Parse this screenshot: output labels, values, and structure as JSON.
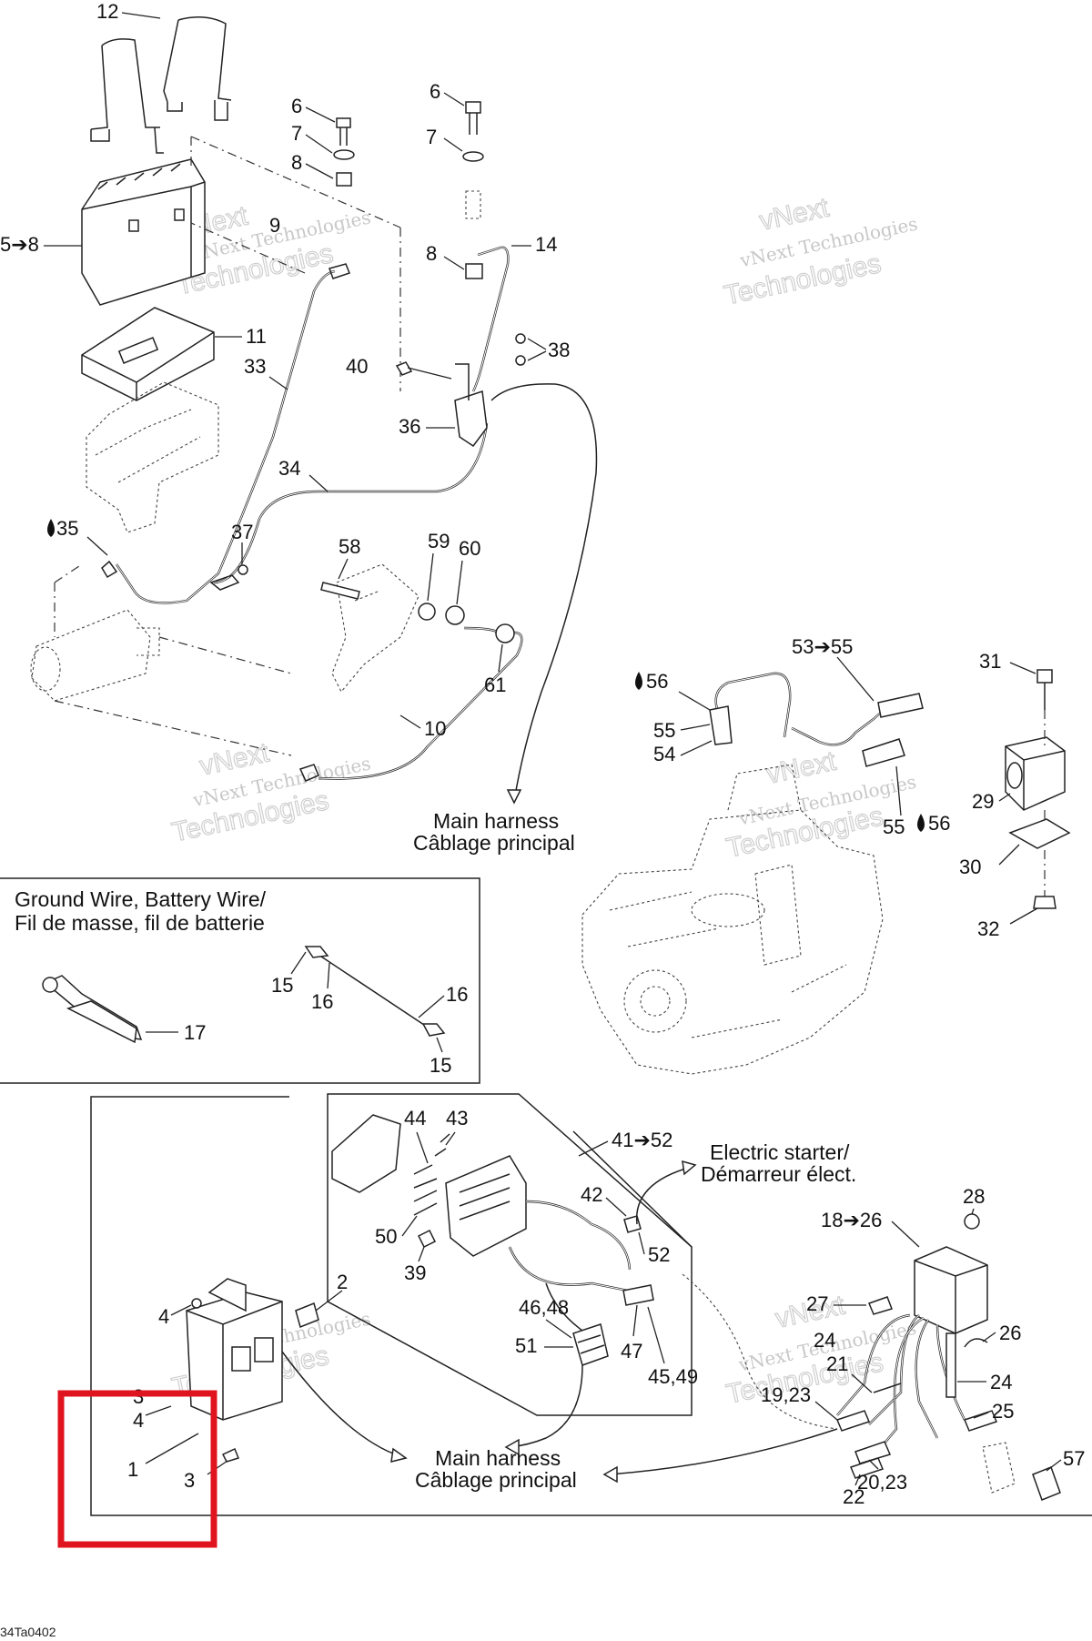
{
  "callouts": [
    {
      "id": "c12",
      "text": "12"
    },
    {
      "id": "c5_8",
      "text": "5➔8"
    },
    {
      "id": "c9",
      "text": "9"
    },
    {
      "id": "c11",
      "text": "11"
    },
    {
      "id": "c33",
      "text": "33"
    },
    {
      "id": "c34",
      "text": "34"
    },
    {
      "id": "c35",
      "text": "35"
    },
    {
      "id": "c37",
      "text": "37"
    },
    {
      "id": "c6a",
      "text": "6"
    },
    {
      "id": "c7a",
      "text": "7"
    },
    {
      "id": "c8a",
      "text": "8"
    },
    {
      "id": "c6b",
      "text": "6"
    },
    {
      "id": "c7b",
      "text": "7"
    },
    {
      "id": "c8b",
      "text": "8"
    },
    {
      "id": "c14",
      "text": "14"
    },
    {
      "id": "c38",
      "text": "38"
    },
    {
      "id": "c40",
      "text": "40"
    },
    {
      "id": "c36",
      "text": "36"
    },
    {
      "id": "c58",
      "text": "58"
    },
    {
      "id": "c59",
      "text": "59"
    },
    {
      "id": "c60",
      "text": "60"
    },
    {
      "id": "c61",
      "text": "61"
    },
    {
      "id": "c10",
      "text": "10"
    },
    {
      "id": "c53_55",
      "text": "53➔55"
    },
    {
      "id": "c56a",
      "text": "56"
    },
    {
      "id": "c55a",
      "text": "55"
    },
    {
      "id": "c54",
      "text": "54"
    },
    {
      "id": "c31",
      "text": "31"
    },
    {
      "id": "c29",
      "text": "29"
    },
    {
      "id": "c55b",
      "text": "55"
    },
    {
      "id": "c56b",
      "text": "56"
    },
    {
      "id": "c30",
      "text": "30"
    },
    {
      "id": "c32",
      "text": "32"
    },
    {
      "id": "c15a",
      "text": "15"
    },
    {
      "id": "c16a",
      "text": "16"
    },
    {
      "id": "c16b",
      "text": "16"
    },
    {
      "id": "c15b",
      "text": "15"
    },
    {
      "id": "c17",
      "text": "17"
    },
    {
      "id": "c44",
      "text": "44"
    },
    {
      "id": "c43",
      "text": "43"
    },
    {
      "id": "c41_52",
      "text": "41➔52"
    },
    {
      "id": "c42",
      "text": "42"
    },
    {
      "id": "c52",
      "text": "52"
    },
    {
      "id": "c50",
      "text": "50"
    },
    {
      "id": "c39",
      "text": "39"
    },
    {
      "id": "c46_48",
      "text": "46,48"
    },
    {
      "id": "c51",
      "text": "51"
    },
    {
      "id": "c47",
      "text": "47"
    },
    {
      "id": "c45_49",
      "text": "45,49"
    },
    {
      "id": "c2",
      "text": "2"
    },
    {
      "id": "c4a",
      "text": "4"
    },
    {
      "id": "c3a",
      "text": "3"
    },
    {
      "id": "c4b",
      "text": "4"
    },
    {
      "id": "c1",
      "text": "1"
    },
    {
      "id": "c3b",
      "text": "3"
    },
    {
      "id": "c28",
      "text": "28"
    },
    {
      "id": "c18_26",
      "text": "18➔26"
    },
    {
      "id": "c27",
      "text": "27"
    },
    {
      "id": "c24a",
      "text": "24"
    },
    {
      "id": "c21",
      "text": "21"
    },
    {
      "id": "c26",
      "text": "26"
    },
    {
      "id": "c24b",
      "text": "24"
    },
    {
      "id": "c19_23",
      "text": "19,23"
    },
    {
      "id": "c25",
      "text": "25"
    },
    {
      "id": "c57",
      "text": "57"
    },
    {
      "id": "c20_23",
      "text": "20,23"
    },
    {
      "id": "c22",
      "text": "22"
    }
  ],
  "captions": {
    "main_harness_top_en": "Main harness",
    "main_harness_top_fr": "Câblage principal",
    "ground_wire_en": "Ground Wire, Battery Wire/",
    "ground_wire_fr": "Fil de masse, fil de batterie",
    "electric_starter_en": "Electric starter/",
    "electric_starter_fr": "Démarreur élect.",
    "main_harness_bottom_en": "Main harness",
    "main_harness_bottom_fr": "Câblage principal"
  },
  "watermark": {
    "line1": "vNext Technologies",
    "line2": "vNext",
    "line3": "Technologies"
  },
  "reference_code": "34Ta0402",
  "highlight_color": "#e0141e"
}
